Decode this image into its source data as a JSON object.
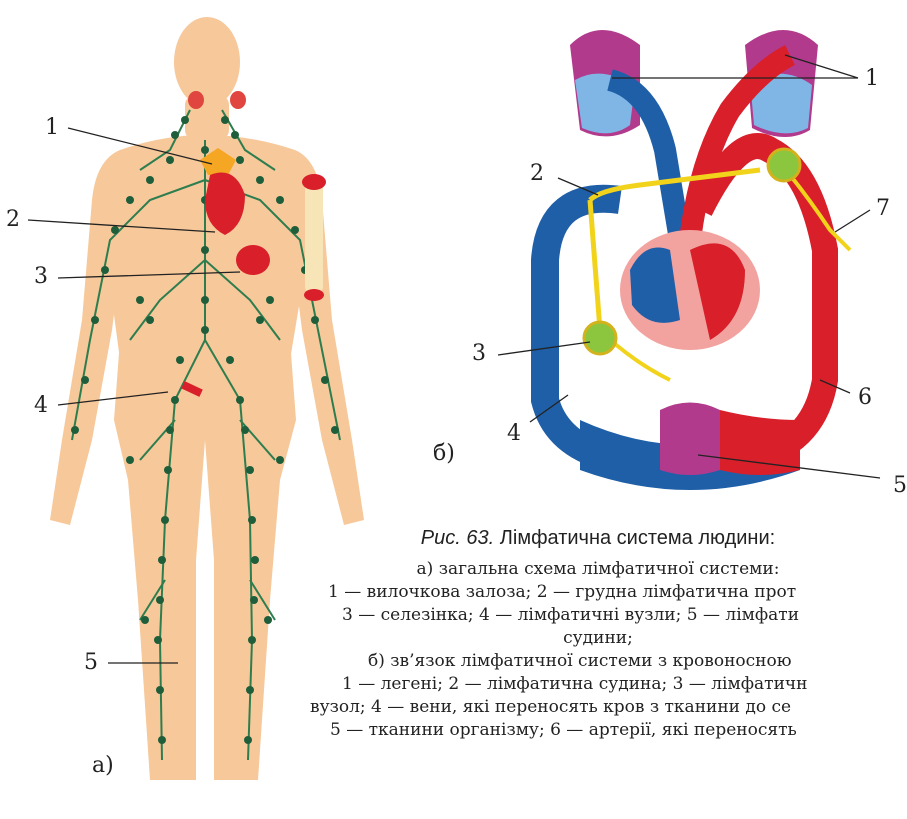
{
  "panel_a": {
    "panel_label": "а)",
    "labels": [
      "1",
      "2",
      "3",
      "4",
      "5"
    ]
  },
  "panel_b": {
    "panel_label": "б)",
    "labels": [
      "1",
      "2",
      "3",
      "4",
      "5",
      "6",
      "7"
    ]
  },
  "caption": {
    "fig_number": "Рис. 63.",
    "title": "Лімфатична система людини:",
    "lines": [
      "а) загальна схема лімфатичної системи:",
      "1 — вилочкова залоза; 2 — грудна лімфатична прот",
      "3 — селезінка; 4 — лімфатичні вузли; 5 — лімфати",
      "судини;",
      "б) зв’язок лімфатичної системи з кровоносною",
      "1 — легені; 2 — лімфатична судина; 3 — лімфатичн",
      "вузол; 4 — вени, які переносять кров з тканини до се",
      "5 — тканини організму; 6 — артерії, які переносять"
    ]
  },
  "colors": {
    "skin": "#f6c89a",
    "lymph_vessel": "#2e7d4f",
    "lymph_node": "#1f5e3a",
    "artery": "#d81f2a",
    "vein": "#1f5fa8",
    "lymph_yellow": "#f2d31c",
    "heart": "#f2a3a0",
    "node_green": "#8cc63f"
  }
}
